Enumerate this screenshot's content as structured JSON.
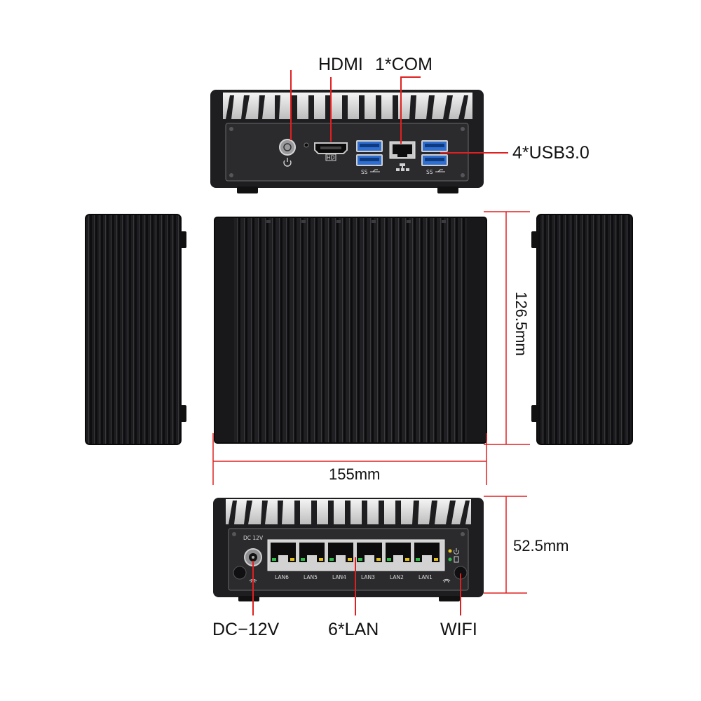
{
  "callouts": {
    "hdmi": "HDMI",
    "com": "1*COM",
    "usb": "4*USB3.0",
    "dc": "DC−12V",
    "lan": "6*LAN",
    "wifi": "WIFI"
  },
  "dimensions": {
    "depth": "126.5mm",
    "width": "155mm",
    "height": "52.5mm"
  },
  "panel_marks": {
    "hdmi_logo": "HD",
    "usb_logo": "SS",
    "dc_label": "DC 12V"
  },
  "lan_ports": [
    "LAN6",
    "LAN5",
    "LAN4",
    "LAN3",
    "LAN2",
    "LAN1"
  ],
  "colors": {
    "callout_line": "#e02020",
    "chassis": "#1c1c1e",
    "panel": "#2b2b2e",
    "led_green": "#2ec14a",
    "led_yellow": "#e6c21c"
  }
}
